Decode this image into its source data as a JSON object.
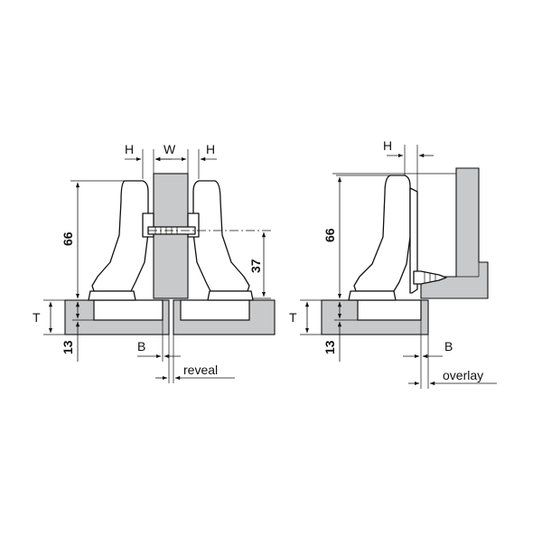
{
  "labels": {
    "h": "H",
    "w": "W",
    "t": "T",
    "b": "B",
    "d66": "66",
    "d37": "37",
    "d13": "13",
    "reveal": "reveal",
    "overlay": "overlay"
  },
  "colors": {
    "panel": "#c8c9cb",
    "line": "#111111"
  }
}
